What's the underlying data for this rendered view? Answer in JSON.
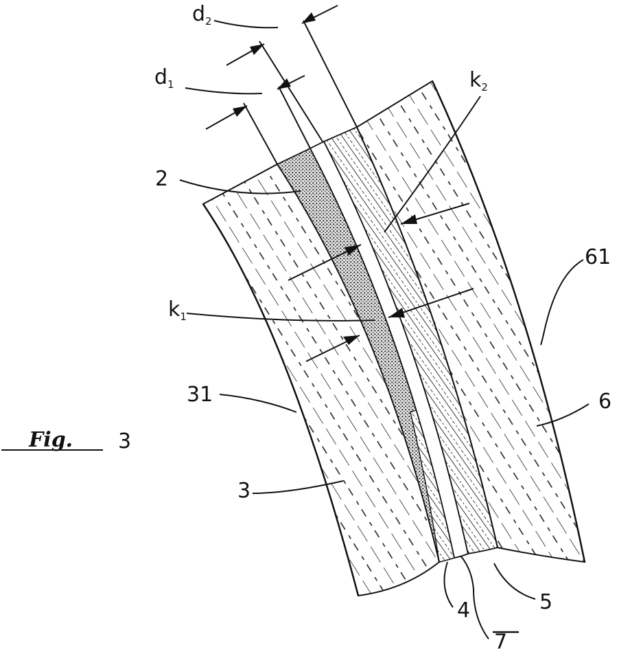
{
  "figure_label": {
    "text": "Fig.",
    "number": "3"
  },
  "labels": {
    "d2": {
      "main": "d",
      "sub": "2"
    },
    "d1": {
      "main": "d",
      "sub": "1"
    },
    "k2": {
      "main": "k",
      "sub": "2"
    },
    "k1": {
      "main": "k",
      "sub": "1"
    },
    "ref_2": "2",
    "ref_61": "61",
    "ref_31": "31",
    "ref_6": "6",
    "ref_3": "3",
    "ref_4": "4",
    "ref_5": "5",
    "ref_7": "7"
  },
  "colors": {
    "ink": "#111111",
    "background": "#ffffff"
  }
}
